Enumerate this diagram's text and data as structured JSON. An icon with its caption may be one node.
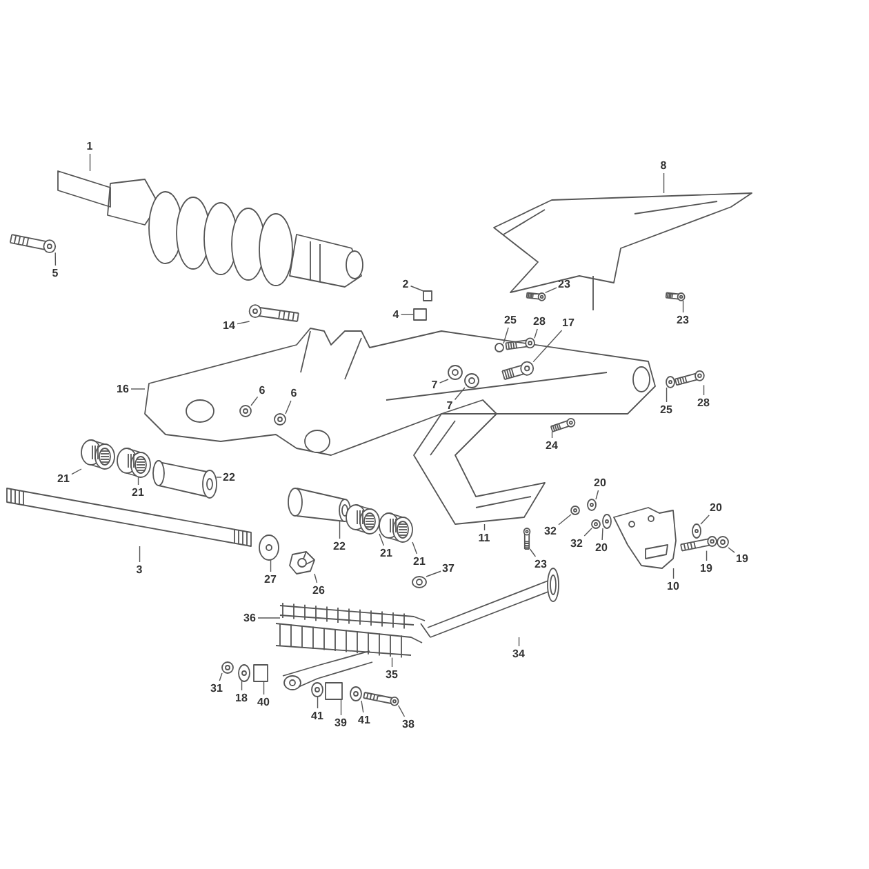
{
  "diagram": {
    "nodes": [
      {
        "text": [
          "1"
        ]
      },
      {
        "text": [
          "8"
        ]
      },
      {
        "text": [
          "5"
        ]
      },
      {
        "text": [
          "2"
        ]
      },
      {
        "text": [
          "23"
        ],
        "in": 49
      },
      {
        "text": [
          "4"
        ]
      },
      {
        "text": [
          "23"
        ]
      },
      {
        "text": [
          "25"
        ]
      },
      {
        "text": [
          "28"
        ]
      },
      {
        "text": [
          "17"
        ]
      },
      {
        "text": [
          "14"
        ]
      },
      {
        "text": [
          "7"
        ],
        "in": 50
      },
      {
        "text": [
          "7"
        ],
        "in": 50
      },
      {
        "text": [
          "16"
        ]
      },
      {
        "text": [
          "6"
        ],
        "in": 50
      },
      {
        "text": [
          "6"
        ],
        "in": 50
      },
      {
        "text": [
          "25"
        ]
      },
      {
        "text": [
          "28"
        ]
      },
      {
        "text": [
          "24"
        ],
        "in": 50
      },
      {
        "text": [
          "21"
        ]
      },
      {
        "text": [
          "20"
        ]
      },
      {
        "text": [
          "21"
        ]
      },
      {
        "text": [
          "20"
        ]
      },
      {
        "text": [
          "22"
        ]
      },
      {
        "text": [
          "11"
        ]
      },
      {
        "text": [
          "32"
        ]
      },
      {
        "text": [
          "32"
        ]
      },
      {
        "text": [
          "20"
        ]
      },
      {
        "text": [
          "22"
        ]
      },
      {
        "text": [
          "3"
        ]
      },
      {
        "text": [
          "23"
        ]
      },
      {
        "text": [
          "21"
        ]
      },
      {
        "text": [
          "21"
        ]
      },
      {
        "text": [
          "19"
        ]
      },
      {
        "text": [
          "19"
        ]
      },
      {
        "text": [
          "37"
        ]
      },
      {
        "text": [
          "27"
        ]
      },
      {
        "text": [
          "26"
        ]
      },
      {
        "text": [
          "10"
        ]
      },
      {
        "text": [
          "36"
        ]
      },
      {
        "text": [
          "34"
        ]
      },
      {
        "text": [
          "35"
        ]
      },
      {
        "text": [
          "31"
        ]
      },
      {
        "text": [
          "18"
        ]
      },
      {
        "text": [
          "40"
        ]
      },
      {
        "text": [
          "41"
        ]
      },
      {
        "text": [
          "39"
        ]
      },
      {
        "text": [
          "41"
        ]
      },
      {
        "text": [
          "38"
        ]
      },
      {
        "text": [],
        "shape": "picture"
      },
      {
        "text": [],
        "shape": "picture"
      },
      {
        "text": [],
        "shape": "picture"
      },
      {
        "text": [],
        "shape": "picture"
      },
      {
        "text": [],
        "shape": "box"
      },
      {
        "text": [],
        "shape": "picture",
        "in": 49
      },
      {
        "text": [],
        "shape": "box"
      },
      {
        "text": [],
        "shape": "picture",
        "in": 49
      },
      {
        "text": [],
        "shape": "circle",
        "in": 50
      },
      {
        "text": [],
        "shape": "picture",
        "in": 50
      },
      {
        "text": [],
        "shape": "picture",
        "in": 50
      },
      {
        "text": [],
        "shape": "picture"
      },
      {
        "text": [],
        "shape": "circle",
        "in": 50
      },
      {
        "text": [],
        "shape": "circle",
        "in": 50
      },
      {
        "text": [],
        "shape": "circle",
        "in": 50
      },
      {
        "text": [],
        "shape": "circle",
        "in": 50
      },
      {
        "text": [],
        "shape": "circle"
      },
      {
        "text": [],
        "shape": "picture"
      },
      {
        "text": [],
        "shape": "picture",
        "in": 50
      },
      {
        "text": [],
        "shape": "picture"
      },
      {
        "text": [],
        "shape": "circle"
      },
      {
        "text": [],
        "shape": "picture"
      },
      {
        "text": [],
        "shape": "circle"
      },
      {
        "text": [],
        "shape": "picture"
      },
      {
        "text": [],
        "shape": "picture"
      },
      {
        "text": [],
        "shape": "circle"
      },
      {
        "text": [],
        "shape": "circle"
      },
      {
        "text": [],
        "shape": "circle"
      },
      {
        "text": [],
        "shape": "picture"
      },
      {
        "text": [],
        "shape": "picture"
      },
      {
        "text": [],
        "shape": "picture"
      },
      {
        "text": [],
        "shape": "picture"
      },
      {
        "text": [],
        "shape": "picture"
      },
      {
        "text": [],
        "shape": "circle"
      },
      {
        "text": [],
        "shape": "picture"
      },
      {
        "text": [],
        "shape": "circle"
      },
      {
        "text": [],
        "shape": "circle"
      },
      {
        "text": [],
        "shape": "picture"
      },
      {
        "text": [],
        "shape": "picture"
      },
      {
        "text": [],
        "shape": "picture"
      },
      {
        "text": [],
        "shape": "picture"
      },
      {
        "text": [],
        "shape": "picture"
      },
      {
        "text": [],
        "shape": "circle"
      },
      {
        "text": [],
        "shape": "circle"
      },
      {
        "text": [],
        "shape": "box"
      },
      {
        "text": [],
        "shape": "circle"
      },
      {
        "text": [],
        "shape": "box"
      },
      {
        "text": [],
        "shape": "circle"
      },
      {
        "text": [],
        "shape": "picture"
      },
      {
        "text": [],
        "shape": "picture"
      }
    ],
    "edges": [
      {
        "from": 0,
        "to": 51,
        "arrow": "none"
      },
      {
        "from": 1,
        "to": 49,
        "arrow": "none"
      },
      {
        "from": 2,
        "to": 52,
        "arrow": "none"
      },
      {
        "from": 3,
        "to": 53,
        "arrow": "none"
      },
      {
        "from": 4,
        "to": 54,
        "arrow": "none"
      },
      {
        "from": 5,
        "to": 55,
        "arrow": "none"
      },
      {
        "from": 6,
        "to": 56,
        "arrow": "none"
      },
      {
        "from": 7,
        "to": 57,
        "arrow": "none"
      },
      {
        "from": 8,
        "to": 58,
        "arrow": "none"
      },
      {
        "from": 9,
        "to": 59,
        "arrow": "none"
      },
      {
        "from": 10,
        "to": 60,
        "arrow": "none"
      },
      {
        "from": 11,
        "to": 61,
        "arrow": "none"
      },
      {
        "from": 12,
        "to": 62,
        "arrow": "none"
      },
      {
        "from": 13,
        "to": 50,
        "arrow": "none"
      },
      {
        "from": 14,
        "to": 63,
        "arrow": "none"
      },
      {
        "from": 15,
        "to": 64,
        "arrow": "none"
      },
      {
        "from": 16,
        "to": 65,
        "arrow": "none"
      },
      {
        "from": 17,
        "to": 66,
        "arrow": "none"
      },
      {
        "from": 18,
        "to": 67,
        "arrow": "none"
      },
      {
        "from": 19,
        "to": 68,
        "arrow": "none"
      },
      {
        "from": 20,
        "to": 69,
        "arrow": "none"
      },
      {
        "from": 21,
        "to": 70,
        "arrow": "none"
      },
      {
        "from": 22,
        "to": 71,
        "arrow": "none"
      },
      {
        "from": 23,
        "to": 72,
        "arrow": "none"
      },
      {
        "from": 24,
        "to": 73,
        "arrow": "none"
      },
      {
        "from": 25,
        "to": 74,
        "arrow": "none"
      },
      {
        "from": 26,
        "to": 75,
        "arrow": "none"
      },
      {
        "from": 27,
        "to": 76,
        "arrow": "none"
      },
      {
        "from": 28,
        "to": 77,
        "arrow": "none"
      },
      {
        "from": 29,
        "to": 78,
        "arrow": "none"
      },
      {
        "from": 30,
        "to": 79,
        "arrow": "none"
      },
      {
        "from": 31,
        "to": 80,
        "arrow": "none"
      },
      {
        "from": 32,
        "to": 81,
        "arrow": "none"
      },
      {
        "from": 33,
        "to": 82,
        "arrow": "none"
      },
      {
        "from": 34,
        "to": 83,
        "arrow": "none"
      },
      {
        "from": 35,
        "to": 84,
        "arrow": "none"
      },
      {
        "from": 36,
        "to": 85,
        "arrow": "none"
      },
      {
        "from": 37,
        "to": 86,
        "arrow": "none"
      },
      {
        "from": 38,
        "to": 87,
        "arrow": "none"
      },
      {
        "from": 39,
        "to": 88,
        "arrow": "none"
      },
      {
        "from": 40,
        "to": 89,
        "arrow": "none"
      },
      {
        "from": 41,
        "to": 90,
        "arrow": "none"
      },
      {
        "from": 42,
        "to": 91,
        "arrow": "none"
      },
      {
        "from": 43,
        "to": 92,
        "arrow": "none"
      },
      {
        "from": 44,
        "to": 93,
        "arrow": "none"
      },
      {
        "from": 45,
        "to": 94,
        "arrow": "none"
      },
      {
        "from": 46,
        "to": 95,
        "arrow": "none"
      },
      {
        "from": 47,
        "to": 96,
        "arrow": "none"
      },
      {
        "from": 48,
        "to": 97,
        "arrow": "none"
      }
    ]
  }
}
